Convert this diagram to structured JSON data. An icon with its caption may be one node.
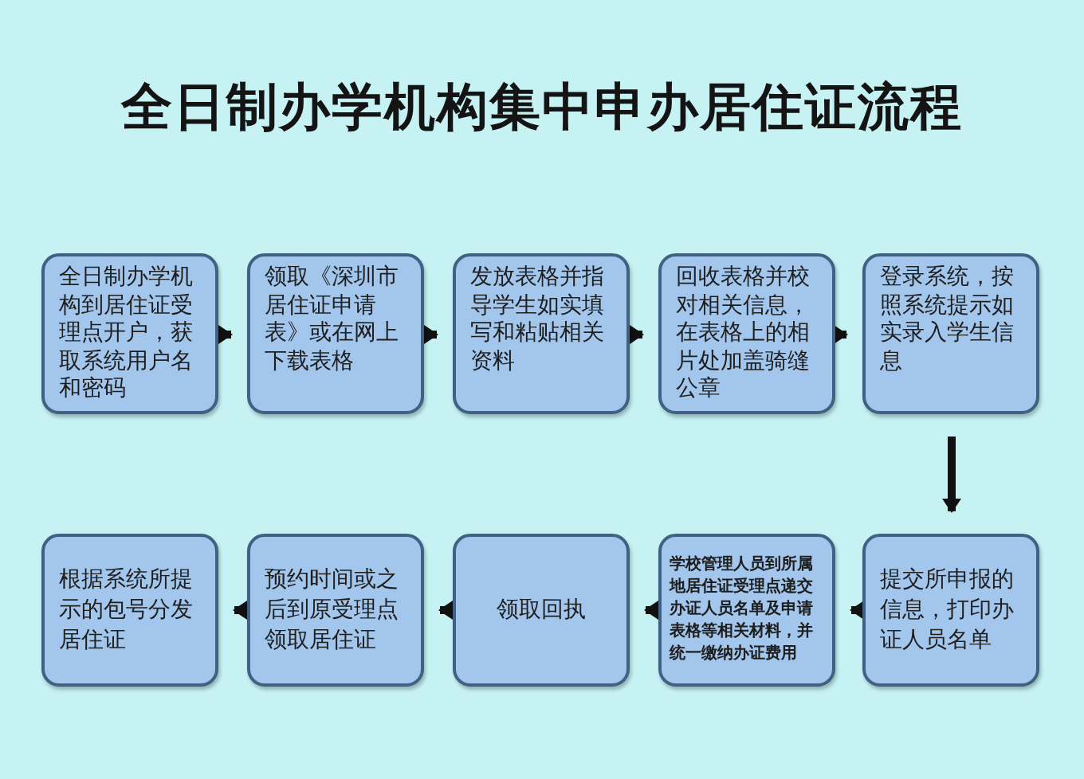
{
  "diagram": {
    "title": "全日制办学机构集中申办居住证流程",
    "nodes": [
      {
        "text": [
          "全日制办学机构到居住证受理点开户，获取系统用户名和密码"
        ]
      },
      {
        "text": [
          "领取《深圳市居住证申请表》或在网上下载表格"
        ]
      },
      {
        "text": [
          "发放表格并指导学生如实填写和粘贴相关资料"
        ]
      },
      {
        "text": [
          "回收表格并校对相关信息，在表格上的相片处加盖骑缝公章"
        ]
      },
      {
        "text": [
          "登录系统，按照系统提示如实录入学生信息"
        ]
      },
      {
        "text": [
          "提交所申报的信息，打印办证人员名单"
        ]
      },
      {
        "text": [
          "学校管理人员到所属地居住证受理点递交办证人员名单及申请表格等相关材料，并统一缴纳办证费用"
        ]
      },
      {
        "text": [
          "领取回执"
        ]
      },
      {
        "text": [
          "预约时间或之后到原受理点领取居住证"
        ]
      },
      {
        "text": [
          "根据系统所提示的包号分发居住证"
        ]
      }
    ],
    "edges": [
      {
        "from": 0,
        "to": 1,
        "arrow": "to"
      },
      {
        "from": 1,
        "to": 2,
        "arrow": "to"
      },
      {
        "from": 2,
        "to": 3,
        "arrow": "to"
      },
      {
        "from": 3,
        "to": 4,
        "arrow": "to"
      },
      {
        "from": 4,
        "to": 5,
        "arrow": "to"
      },
      {
        "from": 5,
        "to": 6,
        "arrow": "to"
      },
      {
        "from": 6,
        "to": 7,
        "arrow": "to"
      },
      {
        "from": 7,
        "to": 8,
        "arrow": "to"
      },
      {
        "from": 8,
        "to": 9,
        "arrow": "to"
      }
    ]
  }
}
